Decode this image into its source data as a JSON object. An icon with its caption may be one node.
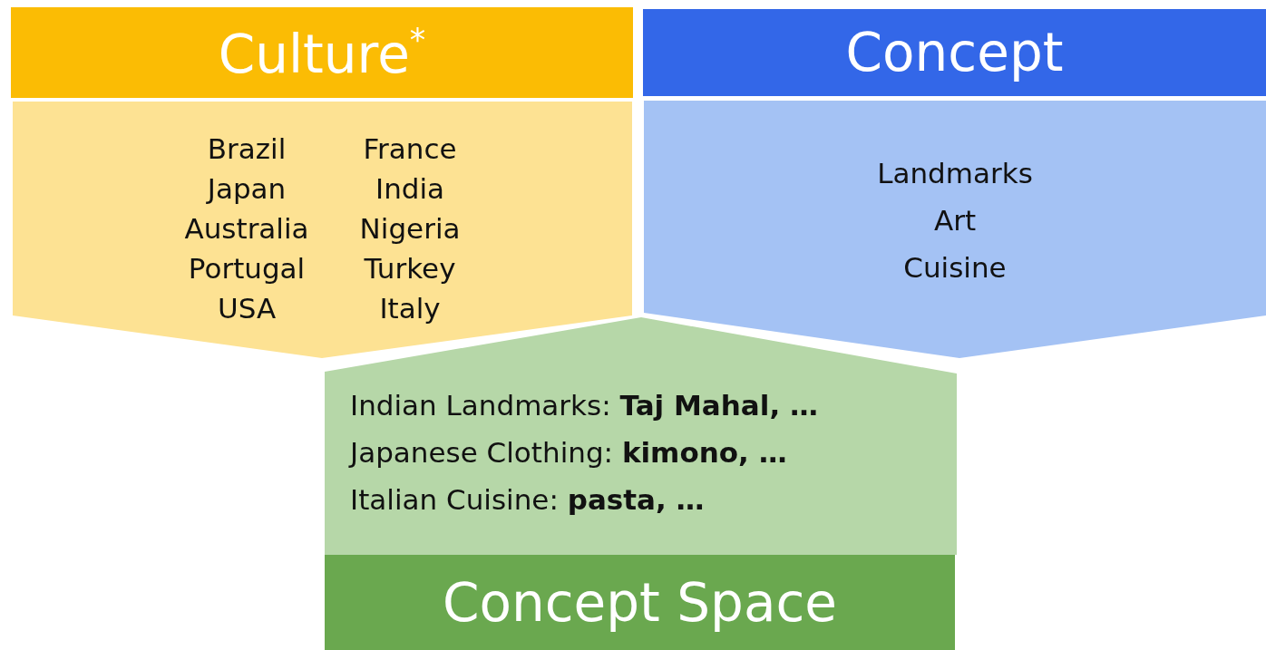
{
  "diagram": {
    "nodes": [
      {
        "text": [
          "Culture$^{*}$"
        ]
      },
      {
        "text": [
          "Brazil",
          "Japan",
          "Australia",
          "Portugal",
          "USA",
          "France",
          "India",
          "Nigeria",
          "Turkey",
          "Italy"
        ]
      },
      {
        "text": [
          "Concept"
        ]
      },
      {
        "text": [
          "Landmarks",
          "Art",
          "Cuisine"
        ]
      },
      {
        "text": [
          "Indian Landmarks: **Taj Mahal, …**",
          "Japanese Clothing: **kimono, …**",
          "Italian Cuisine: **pasta, …**"
        ]
      },
      {
        "text": [
          "Concept Space"
        ]
      }
    ]
  }
}
